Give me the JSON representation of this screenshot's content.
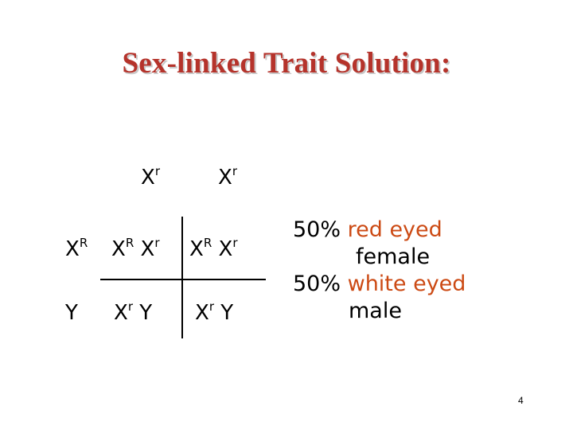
{
  "slide": {
    "title": "Sex-linked Trait Solution:",
    "page_number": "4"
  },
  "punnett": {
    "column_headers": [
      {
        "base": "X",
        "sup": "r"
      },
      {
        "base": "X",
        "sup": "r"
      }
    ],
    "row_headers": [
      {
        "base": "X",
        "sup": "R"
      },
      {
        "base": "Y",
        "sup": ""
      }
    ],
    "cells": [
      [
        {
          "a_base": "X",
          "a_sup": "R",
          "b_base": "X",
          "b_sup": "r"
        },
        {
          "a_base": "X",
          "a_sup": "R",
          "b_base": "X",
          "b_sup": "r"
        }
      ],
      [
        {
          "a_base": "X",
          "a_sup": "r",
          "b_base": "Y"
        },
        {
          "a_base": "X",
          "a_sup": "r",
          "b_base": "Y"
        }
      ]
    ]
  },
  "results": [
    {
      "percent": "50%",
      "trait": "red eyed",
      "sex": "female"
    },
    {
      "percent": "50%",
      "trait": "white eyed",
      "sex": "male"
    }
  ],
  "colors": {
    "title": "#b5332b",
    "accent": "#cc4a14",
    "text": "#000000"
  }
}
